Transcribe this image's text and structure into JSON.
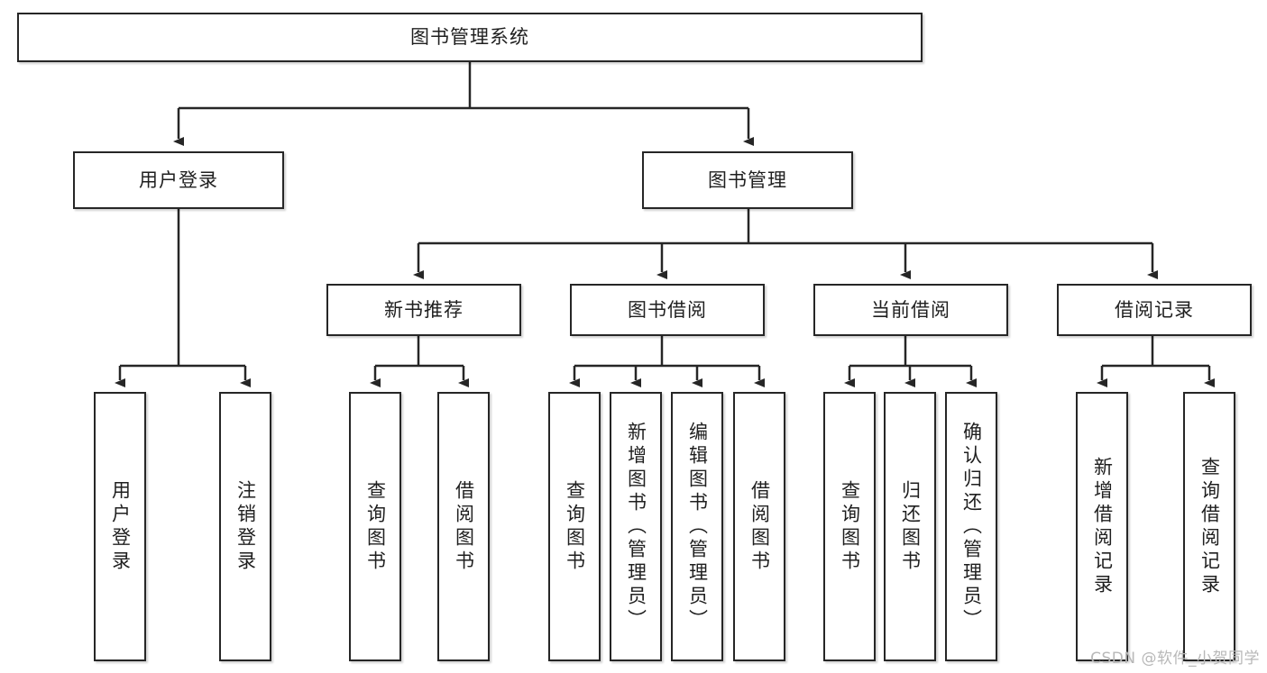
{
  "diagram": {
    "type": "tree-flowchart",
    "title": "图书管理系统",
    "watermark": "CSDN @软件_小贺同学",
    "colors": {
      "box_border": "#262626",
      "box_fill": "#ffffff",
      "connector": "#262626",
      "text": "#1f1f1f",
      "watermark": "#b8b8b8"
    },
    "root": {
      "label": "图书管理系统"
    },
    "level1": [
      {
        "label": "用户登录"
      },
      {
        "label": "图书管理"
      }
    ],
    "level2": [
      {
        "label": "新书推荐"
      },
      {
        "label": "图书借阅"
      },
      {
        "label": "当前借阅"
      },
      {
        "label": "借阅记录"
      }
    ],
    "leaves": {
      "user_login": [
        {
          "label": "用户登录"
        },
        {
          "label": "注销登录"
        }
      ],
      "new_book_recommend": [
        {
          "label": "查询图书"
        },
        {
          "label": "借阅图书"
        }
      ],
      "book_borrow": [
        {
          "label": "查询图书"
        },
        {
          "label": "新增图书（管理员）"
        },
        {
          "label": "编辑图书（管理员）"
        },
        {
          "label": "借阅图书"
        }
      ],
      "current_borrow": [
        {
          "label": "查询图书"
        },
        {
          "label": "归还图书"
        },
        {
          "label": "确认归还（管理员）"
        }
      ],
      "borrow_record": [
        {
          "label": "新增借阅记录"
        },
        {
          "label": "查询借阅记录"
        }
      ]
    }
  }
}
